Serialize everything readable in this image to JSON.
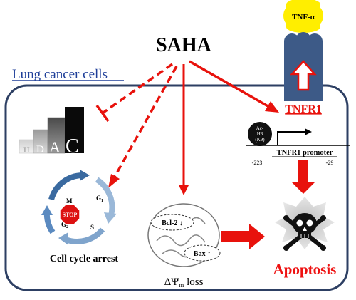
{
  "title": "SAHA",
  "cell_label": "Lung cancer cells",
  "hdac": {
    "letters": [
      "H",
      "D",
      "A",
      "C"
    ]
  },
  "cell_cycle": {
    "phases": {
      "m": "M",
      "g1": "G1_main",
      "s": "S",
      "g2": "G2_main"
    },
    "g1_main": "G",
    "g1_sub": "1",
    "g2_main": "G",
    "g2_sub": "2",
    "stop_sign": "STOP",
    "caption": "Cell cycle arrest"
  },
  "mitochondria": {
    "bcl2": "Bcl-2 ↓",
    "bax": "Bax ↑",
    "caption_delta_psi": "ΔΨ",
    "caption_sub": "m",
    "caption_rest": " loss"
  },
  "receptor": {
    "ligand": "TNF-α",
    "label": "TNFR1"
  },
  "promoter": {
    "histone_line1": "Ac-",
    "histone_line2": "H3",
    "histone_line3": "(K9)",
    "label": "TNFR1 promoter",
    "pos_start": "-223",
    "pos_end": "-29"
  },
  "outcome": "Apoptosis",
  "colors": {
    "arrow_red": "#e8120c",
    "outcome_red": "#ee1111",
    "cell_border": "#2d3f63",
    "cell_label_blue": "#1f3f99",
    "receptor_blue": "#3d5a87",
    "tnf_yellow": "#ffee00",
    "cycle_blue": "#5b8ac0"
  }
}
